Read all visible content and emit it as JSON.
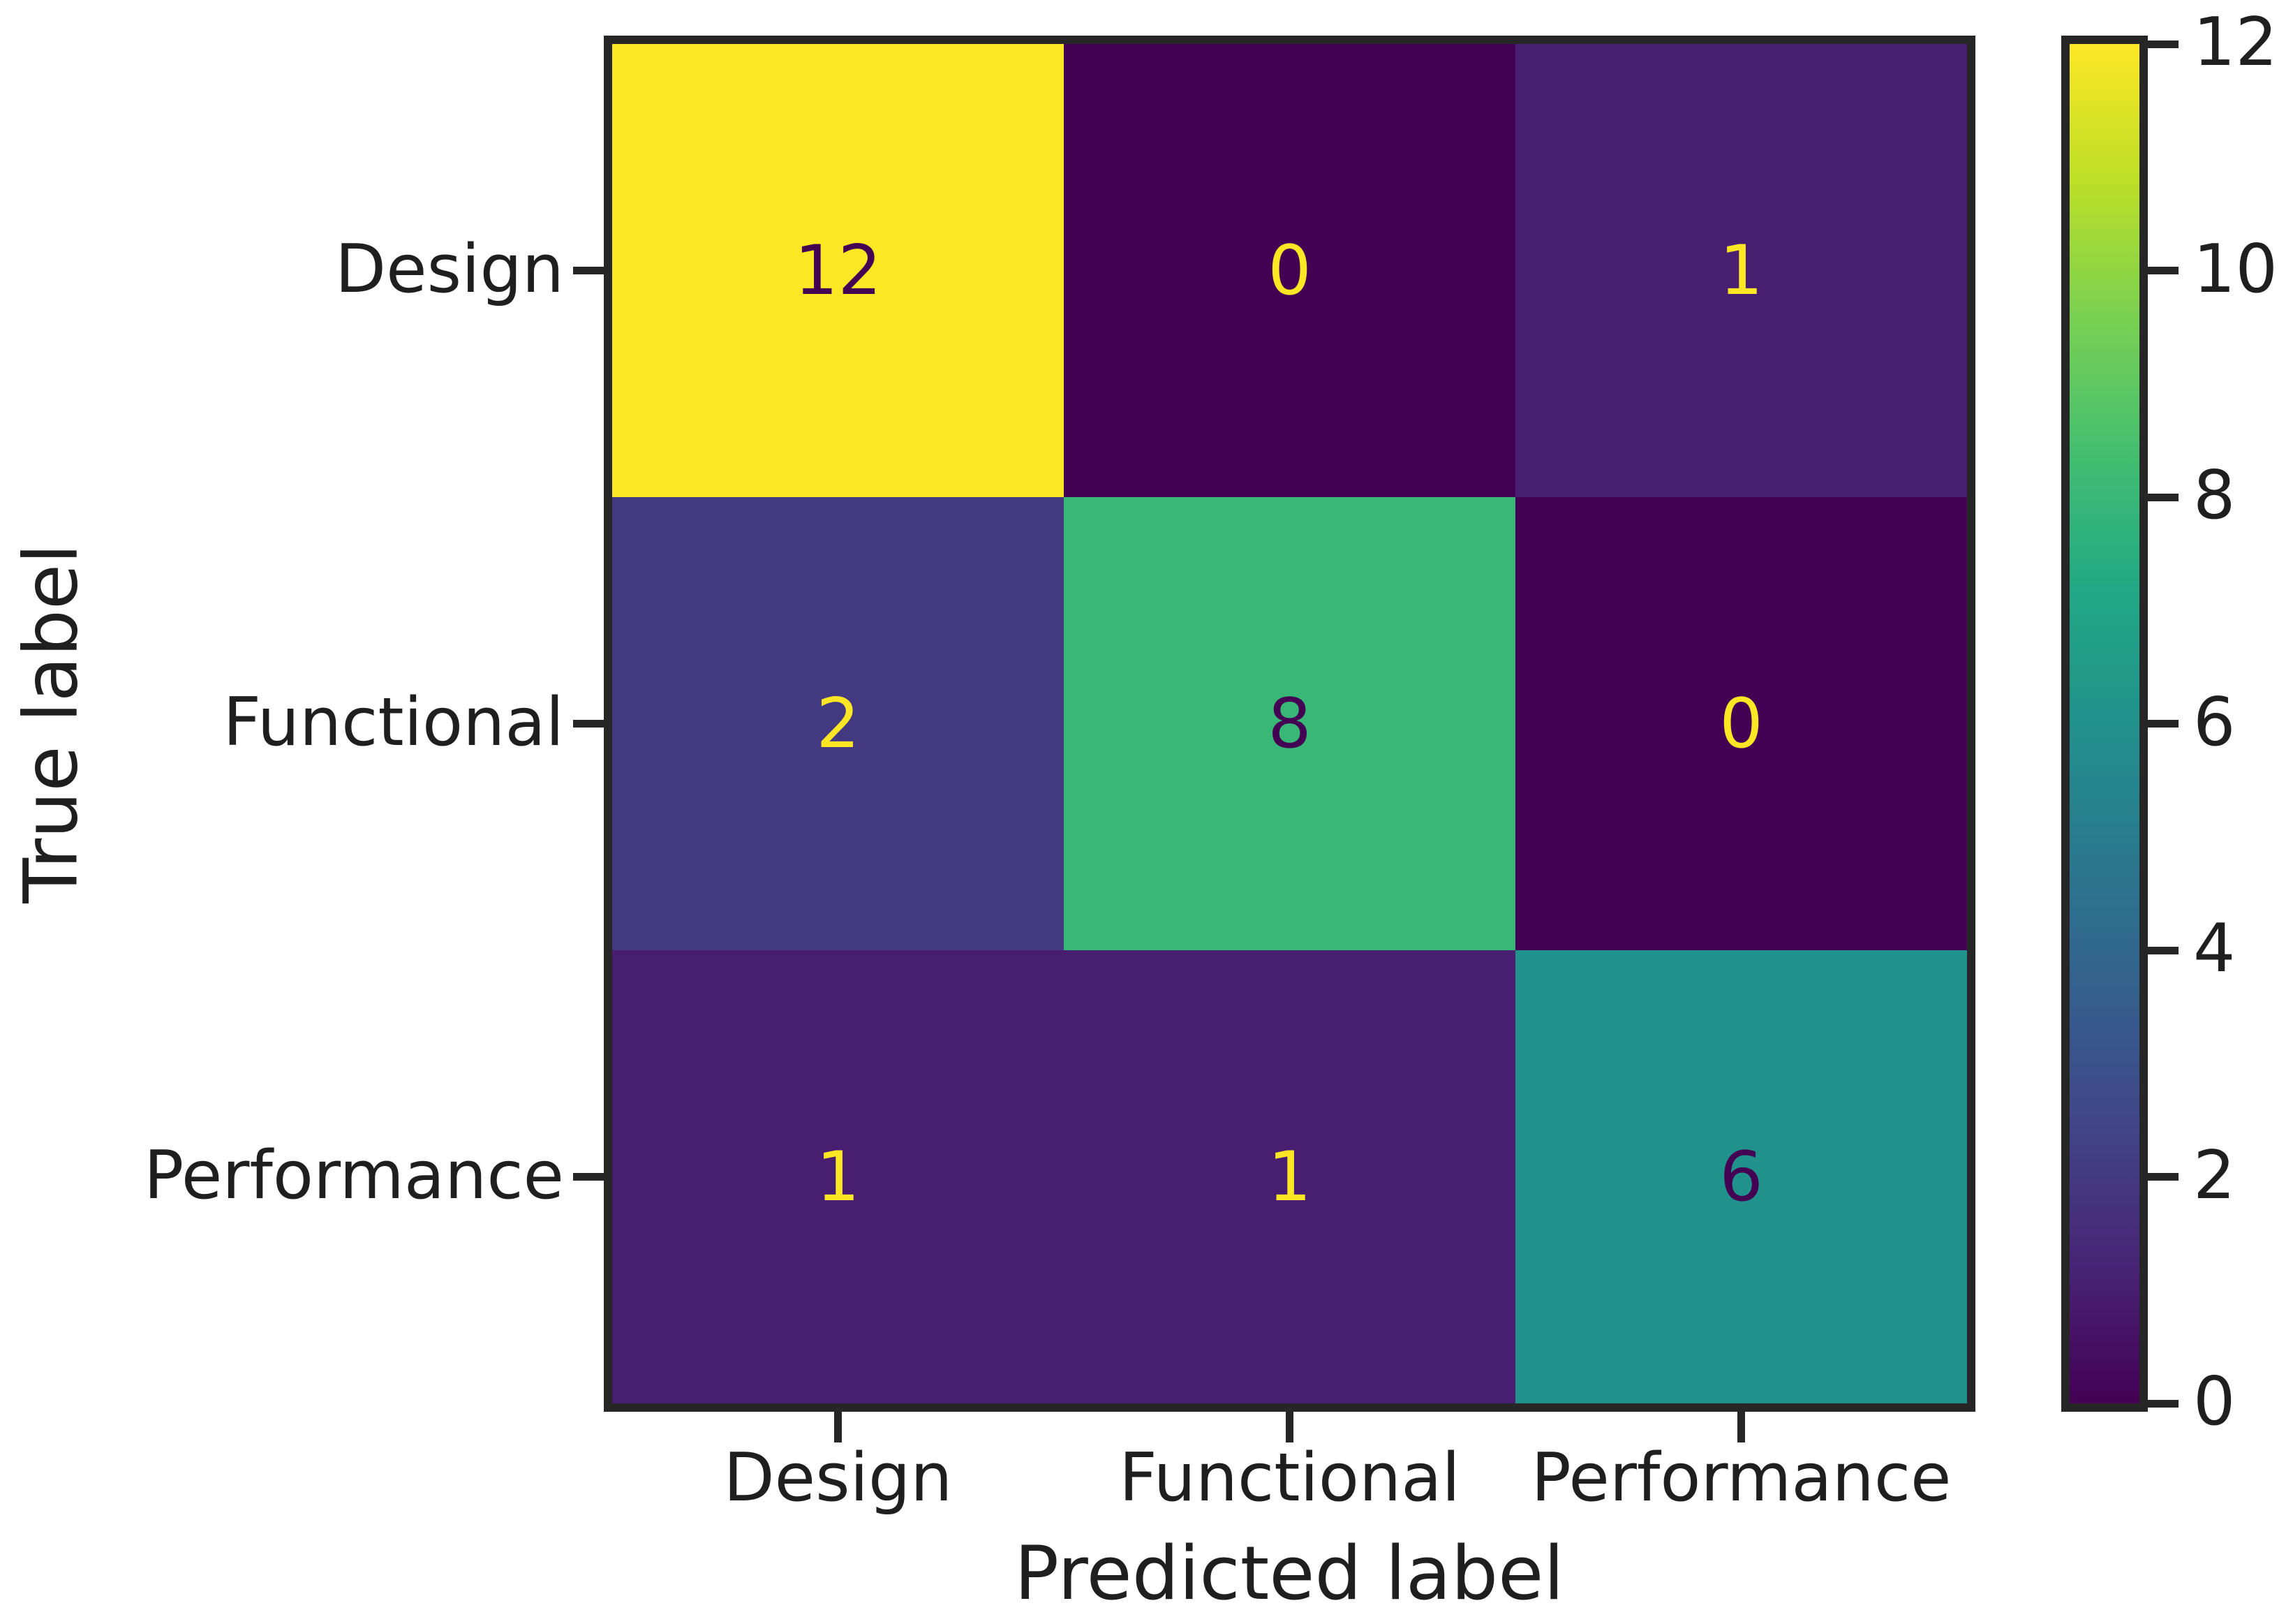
{
  "chart_data": {
    "type": "heatmap",
    "subtype": "confusion-matrix",
    "title": "",
    "xlabel": "Predicted label",
    "ylabel": "True label",
    "x_categories": [
      "Design",
      "Functional",
      "Performance"
    ],
    "y_categories": [
      "Design",
      "Functional",
      "Performance"
    ],
    "matrix": [
      [
        12,
        0,
        1
      ],
      [
        2,
        8,
        0
      ],
      [
        1,
        1,
        6
      ]
    ],
    "vmin": 0,
    "vmax": 12,
    "colorbar_ticks": [
      0,
      2,
      4,
      6,
      8,
      10,
      12
    ],
    "colormap_name": "viridis",
    "colormap_anchors": [
      "#440154",
      "#482475",
      "#414487",
      "#355f8d",
      "#2a788e",
      "#21918c",
      "#22a884",
      "#44bf70",
      "#7ad151",
      "#bddf26",
      "#fde725"
    ],
    "cell_text_color_on_dark": "#fde725",
    "cell_text_color_on_light": "#440154",
    "frame_color": "#262626",
    "label_color": "#1f1f1f",
    "background_color": "#ffffff",
    "legend_position": "right-colorbar",
    "grid": false
  }
}
